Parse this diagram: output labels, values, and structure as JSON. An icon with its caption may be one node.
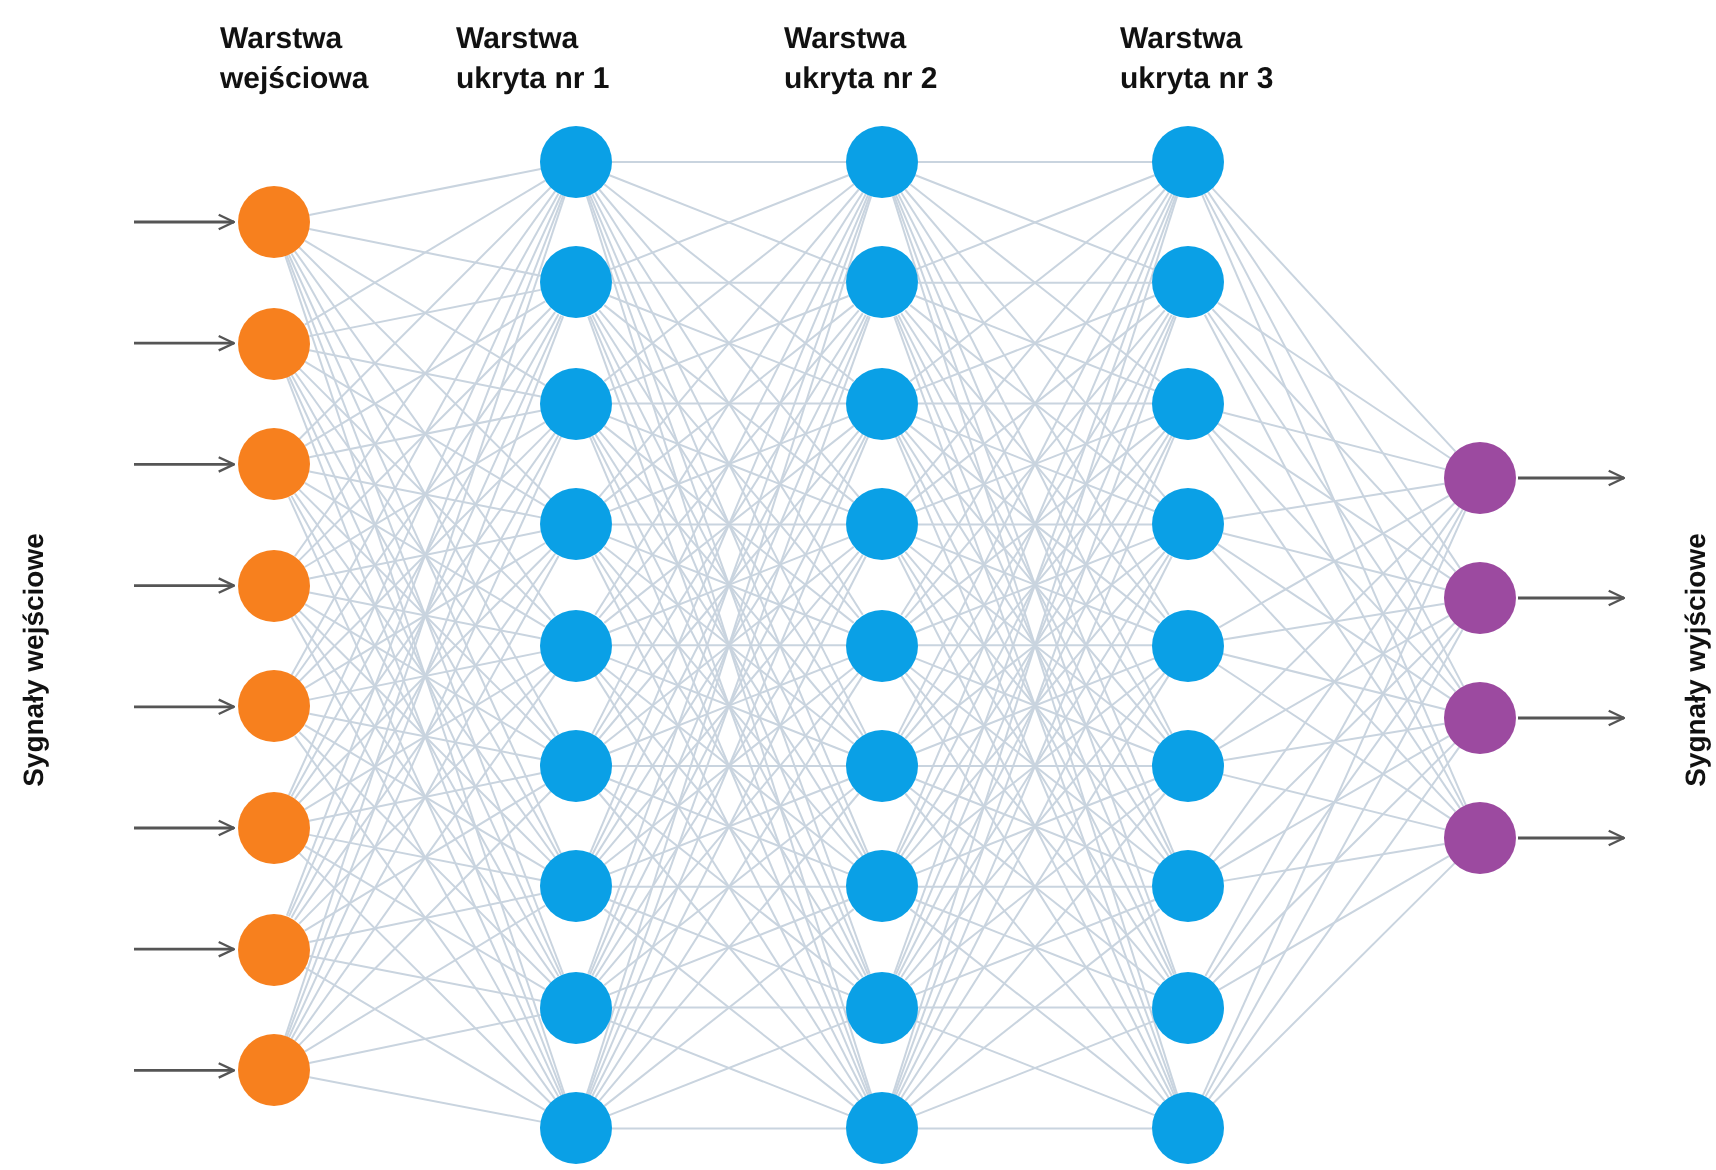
{
  "diagram": {
    "nodes": [
      {
        "text": [],
        "shape": "circle"
      },
      {
        "text": [],
        "shape": "circle"
      },
      {
        "text": [],
        "shape": "circle"
      },
      {
        "text": [],
        "shape": "circle"
      },
      {
        "text": [],
        "shape": "circle"
      },
      {
        "text": [],
        "shape": "circle"
      },
      {
        "text": [],
        "shape": "circle"
      },
      {
        "text": [],
        "shape": "circle"
      },
      {
        "text": [],
        "shape": "circle"
      },
      {
        "text": [],
        "shape": "circle"
      },
      {
        "text": [],
        "shape": "circle"
      },
      {
        "text": [],
        "shape": "circle"
      },
      {
        "text": [],
        "shape": "circle"
      },
      {
        "text": [],
        "shape": "circle"
      },
      {
        "text": [],
        "shape": "circle"
      },
      {
        "text": [],
        "shape": "circle"
      },
      {
        "text": [],
        "shape": "circle"
      },
      {
        "text": [],
        "shape": "circle"
      },
      {
        "text": [],
        "shape": "circle"
      },
      {
        "text": [],
        "shape": "circle"
      },
      {
        "text": [],
        "shape": "circle"
      },
      {
        "text": [],
        "shape": "circle"
      },
      {
        "text": [],
        "shape": "circle"
      },
      {
        "text": [],
        "shape": "circle"
      },
      {
        "text": [],
        "shape": "circle"
      },
      {
        "text": [],
        "shape": "circle"
      },
      {
        "text": [],
        "shape": "circle"
      },
      {
        "text": [],
        "shape": "circle"
      },
      {
        "text": [],
        "shape": "circle"
      },
      {
        "text": [],
        "shape": "circle"
      },
      {
        "text": [],
        "shape": "circle"
      },
      {
        "text": [],
        "shape": "circle"
      },
      {
        "text": [],
        "shape": "circle"
      },
      {
        "text": [],
        "shape": "circle"
      },
      {
        "text": [],
        "shape": "circle"
      },
      {
        "text": [],
        "shape": "circle"
      },
      {
        "text": [],
        "shape": "circle"
      },
      {
        "text": [],
        "shape": "circle"
      },
      {
        "text": [],
        "shape": "circle"
      }
    ],
    "edges": [
      {
        "from": null,
        "to": 0,
        "arrow": "to",
        "color": "#555555"
      },
      {
        "from": null,
        "to": 1,
        "arrow": "to",
        "color": "#555555"
      },
      {
        "from": null,
        "to": 2,
        "arrow": "to",
        "color": "#555555"
      },
      {
        "from": null,
        "to": 3,
        "arrow": "to",
        "color": "#555555"
      },
      {
        "from": null,
        "to": 4,
        "arrow": "to",
        "color": "#555555"
      },
      {
        "from": null,
        "to": 5,
        "arrow": "to",
        "color": "#555555"
      },
      {
        "from": null,
        "to": 6,
        "arrow": "to",
        "color": "#555555"
      },
      {
        "from": null,
        "to": 7,
        "arrow": "to",
        "color": "#555555"
      },
      {
        "from": 0,
        "to": 8,
        "arrow": "none"
      },
      {
        "from": 0,
        "to": 9,
        "arrow": "none"
      },
      {
        "from": 0,
        "to": 10,
        "arrow": "none"
      },
      {
        "from": 0,
        "to": 11,
        "arrow": "none"
      },
      {
        "from": 0,
        "to": 12,
        "arrow": "none"
      },
      {
        "from": 0,
        "to": 13,
        "arrow": "none"
      },
      {
        "from": 0,
        "to": 14,
        "arrow": "none"
      },
      {
        "from": 0,
        "to": 15,
        "arrow": "none"
      },
      {
        "from": 0,
        "to": 16,
        "arrow": "none"
      },
      {
        "from": 1,
        "to": 8,
        "arrow": "none"
      },
      {
        "from": 1,
        "to": 9,
        "arrow": "none"
      },
      {
        "from": 1,
        "to": 10,
        "arrow": "none"
      },
      {
        "from": 1,
        "to": 11,
        "arrow": "none"
      },
      {
        "from": 1,
        "to": 12,
        "arrow": "none"
      },
      {
        "from": 1,
        "to": 13,
        "arrow": "none"
      },
      {
        "from": 1,
        "to": 14,
        "arrow": "none"
      },
      {
        "from": 1,
        "to": 15,
        "arrow": "none"
      },
      {
        "from": 1,
        "to": 16,
        "arrow": "none"
      },
      {
        "from": 2,
        "to": 8,
        "arrow": "none"
      },
      {
        "from": 2,
        "to": 9,
        "arrow": "none"
      },
      {
        "from": 2,
        "to": 10,
        "arrow": "none"
      },
      {
        "from": 2,
        "to": 11,
        "arrow": "none"
      },
      {
        "from": 2,
        "to": 12,
        "arrow": "none"
      },
      {
        "from": 2,
        "to": 13,
        "arrow": "none"
      },
      {
        "from": 2,
        "to": 14,
        "arrow": "none"
      },
      {
        "from": 2,
        "to": 15,
        "arrow": "none"
      },
      {
        "from": 2,
        "to": 16,
        "arrow": "none"
      },
      {
        "from": 3,
        "to": 8,
        "arrow": "none"
      },
      {
        "from": 3,
        "to": 9,
        "arrow": "none"
      },
      {
        "from": 3,
        "to": 10,
        "arrow": "none"
      },
      {
        "from": 3,
        "to": 11,
        "arrow": "none"
      },
      {
        "from": 3,
        "to": 12,
        "arrow": "none"
      },
      {
        "from": 3,
        "to": 13,
        "arrow": "none"
      },
      {
        "from": 3,
        "to": 14,
        "arrow": "none"
      },
      {
        "from": 3,
        "to": 15,
        "arrow": "none"
      },
      {
        "from": 3,
        "to": 16,
        "arrow": "none"
      },
      {
        "from": 4,
        "to": 8,
        "arrow": "none"
      },
      {
        "from": 4,
        "to": 9,
        "arrow": "none"
      },
      {
        "from": 4,
        "to": 10,
        "arrow": "none"
      },
      {
        "from": 4,
        "to": 11,
        "arrow": "none"
      },
      {
        "from": 4,
        "to": 12,
        "arrow": "none"
      },
      {
        "from": 4,
        "to": 13,
        "arrow": "none"
      },
      {
        "from": 4,
        "to": 14,
        "arrow": "none"
      },
      {
        "from": 4,
        "to": 15,
        "arrow": "none"
      },
      {
        "from": 4,
        "to": 16,
        "arrow": "none"
      },
      {
        "from": 5,
        "to": 8,
        "arrow": "none"
      },
      {
        "from": 5,
        "to": 9,
        "arrow": "none"
      },
      {
        "from": 5,
        "to": 10,
        "arrow": "none"
      },
      {
        "from": 5,
        "to": 11,
        "arrow": "none"
      },
      {
        "from": 5,
        "to": 12,
        "arrow": "none"
      },
      {
        "from": 5,
        "to": 13,
        "arrow": "none"
      },
      {
        "from": 5,
        "to": 14,
        "arrow": "none"
      },
      {
        "from": 5,
        "to": 15,
        "arrow": "none"
      },
      {
        "from": 5,
        "to": 16,
        "arrow": "none"
      },
      {
        "from": 6,
        "to": 8,
        "arrow": "none"
      },
      {
        "from": 6,
        "to": 9,
        "arrow": "none"
      },
      {
        "from": 6,
        "to": 10,
        "arrow": "none"
      },
      {
        "from": 6,
        "to": 11,
        "arrow": "none"
      },
      {
        "from": 6,
        "to": 12,
        "arrow": "none"
      },
      {
        "from": 6,
        "to": 13,
        "arrow": "none"
      },
      {
        "from": 6,
        "to": 14,
        "arrow": "none"
      },
      {
        "from": 6,
        "to": 15,
        "arrow": "none"
      },
      {
        "from": 6,
        "to": 16,
        "arrow": "none"
      },
      {
        "from": 7,
        "to": 8,
        "arrow": "none"
      },
      {
        "from": 7,
        "to": 9,
        "arrow": "none"
      },
      {
        "from": 7,
        "to": 10,
        "arrow": "none"
      },
      {
        "from": 7,
        "to": 11,
        "arrow": "none"
      },
      {
        "from": 7,
        "to": 12,
        "arrow": "none"
      },
      {
        "from": 7,
        "to": 13,
        "arrow": "none"
      },
      {
        "from": 7,
        "to": 14,
        "arrow": "none"
      },
      {
        "from": 7,
        "to": 15,
        "arrow": "none"
      },
      {
        "from": 7,
        "to": 16,
        "arrow": "none"
      },
      {
        "from": 8,
        "to": 17,
        "arrow": "none"
      },
      {
        "from": 8,
        "to": 18,
        "arrow": "none"
      },
      {
        "from": 8,
        "to": 19,
        "arrow": "none"
      },
      {
        "from": 8,
        "to": 20,
        "arrow": "none"
      },
      {
        "from": 8,
        "to": 21,
        "arrow": "none"
      },
      {
        "from": 8,
        "to": 22,
        "arrow": "none"
      },
      {
        "from": 8,
        "to": 23,
        "arrow": "none"
      },
      {
        "from": 8,
        "to": 24,
        "arrow": "none"
      },
      {
        "from": 8,
        "to": 25,
        "arrow": "none"
      },
      {
        "from": 9,
        "to": 17,
        "arrow": "none"
      },
      {
        "from": 9,
        "to": 18,
        "arrow": "none"
      },
      {
        "from": 9,
        "to": 19,
        "arrow": "none"
      },
      {
        "from": 9,
        "to": 20,
        "arrow": "none"
      },
      {
        "from": 9,
        "to": 21,
        "arrow": "none"
      },
      {
        "from": 9,
        "to": 22,
        "arrow": "none"
      },
      {
        "from": 9,
        "to": 23,
        "arrow": "none"
      },
      {
        "from": 9,
        "to": 24,
        "arrow": "none"
      },
      {
        "from": 9,
        "to": 25,
        "arrow": "none"
      },
      {
        "from": 10,
        "to": 17,
        "arrow": "none"
      },
      {
        "from": 10,
        "to": 18,
        "arrow": "none"
      },
      {
        "from": 10,
        "to": 19,
        "arrow": "none"
      },
      {
        "from": 10,
        "to": 20,
        "arrow": "none"
      },
      {
        "from": 10,
        "to": 21,
        "arrow": "none"
      },
      {
        "from": 10,
        "to": 22,
        "arrow": "none"
      },
      {
        "from": 10,
        "to": 23,
        "arrow": "none"
      },
      {
        "from": 10,
        "to": 24,
        "arrow": "none"
      },
      {
        "from": 10,
        "to": 25,
        "arrow": "none"
      },
      {
        "from": 11,
        "to": 17,
        "arrow": "none"
      },
      {
        "from": 11,
        "to": 18,
        "arrow": "none"
      },
      {
        "from": 11,
        "to": 19,
        "arrow": "none"
      },
      {
        "from": 11,
        "to": 20,
        "arrow": "none"
      },
      {
        "from": 11,
        "to": 21,
        "arrow": "none"
      },
      {
        "from": 11,
        "to": 22,
        "arrow": "none"
      },
      {
        "from": 11,
        "to": 23,
        "arrow": "none"
      },
      {
        "from": 11,
        "to": 24,
        "arrow": "none"
      },
      {
        "from": 11,
        "to": 25,
        "arrow": "none"
      },
      {
        "from": 12,
        "to": 17,
        "arrow": "none"
      },
      {
        "from": 12,
        "to": 18,
        "arrow": "none"
      },
      {
        "from": 12,
        "to": 19,
        "arrow": "none"
      },
      {
        "from": 12,
        "to": 20,
        "arrow": "none"
      },
      {
        "from": 12,
        "to": 21,
        "arrow": "none"
      },
      {
        "from": 12,
        "to": 22,
        "arrow": "none"
      },
      {
        "from": 12,
        "to": 23,
        "arrow": "none"
      },
      {
        "from": 12,
        "to": 24,
        "arrow": "none"
      },
      {
        "from": 12,
        "to": 25,
        "arrow": "none"
      },
      {
        "from": 13,
        "to": 17,
        "arrow": "none"
      },
      {
        "from": 13,
        "to": 18,
        "arrow": "none"
      },
      {
        "from": 13,
        "to": 19,
        "arrow": "none"
      },
      {
        "from": 13,
        "to": 20,
        "arrow": "none"
      },
      {
        "from": 13,
        "to": 21,
        "arrow": "none"
      },
      {
        "from": 13,
        "to": 22,
        "arrow": "none"
      },
      {
        "from": 13,
        "to": 23,
        "arrow": "none"
      },
      {
        "from": 13,
        "to": 24,
        "arrow": "none"
      },
      {
        "from": 13,
        "to": 25,
        "arrow": "none"
      },
      {
        "from": 14,
        "to": 17,
        "arrow": "none"
      },
      {
        "from": 14,
        "to": 18,
        "arrow": "none"
      },
      {
        "from": 14,
        "to": 19,
        "arrow": "none"
      },
      {
        "from": 14,
        "to": 20,
        "arrow": "none"
      },
      {
        "from": 14,
        "to": 21,
        "arrow": "none"
      },
      {
        "from": 14,
        "to": 22,
        "arrow": "none"
      },
      {
        "from": 14,
        "to": 23,
        "arrow": "none"
      },
      {
        "from": 14,
        "to": 24,
        "arrow": "none"
      },
      {
        "from": 14,
        "to": 25,
        "arrow": "none"
      },
      {
        "from": 15,
        "to": 17,
        "arrow": "none"
      },
      {
        "from": 15,
        "to": 18,
        "arrow": "none"
      },
      {
        "from": 15,
        "to": 19,
        "arrow": "none"
      },
      {
        "from": 15,
        "to": 20,
        "arrow": "none"
      },
      {
        "from": 15,
        "to": 21,
        "arrow": "none"
      },
      {
        "from": 15,
        "to": 22,
        "arrow": "none"
      },
      {
        "from": 15,
        "to": 23,
        "arrow": "none"
      },
      {
        "from": 15,
        "to": 24,
        "arrow": "none"
      },
      {
        "from": 15,
        "to": 25,
        "arrow": "none"
      },
      {
        "from": 16,
        "to": 17,
        "arrow": "none"
      },
      {
        "from": 16,
        "to": 18,
        "arrow": "none"
      },
      {
        "from": 16,
        "to": 19,
        "arrow": "none"
      },
      {
        "from": 16,
        "to": 20,
        "arrow": "none"
      },
      {
        "from": 16,
        "to": 21,
        "arrow": "none"
      },
      {
        "from": 16,
        "to": 22,
        "arrow": "none"
      },
      {
        "from": 16,
        "to": 23,
        "arrow": "none"
      },
      {
        "from": 16,
        "to": 24,
        "arrow": "none"
      },
      {
        "from": 16,
        "to": 25,
        "arrow": "none"
      },
      {
        "from": 17,
        "to": 26,
        "arrow": "none"
      },
      {
        "from": 17,
        "to": 27,
        "arrow": "none"
      },
      {
        "from": 17,
        "to": 28,
        "arrow": "none"
      },
      {
        "from": 17,
        "to": 29,
        "arrow": "none"
      },
      {
        "from": 17,
        "to": 30,
        "arrow": "none"
      },
      {
        "from": 17,
        "to": 31,
        "arrow": "none"
      },
      {
        "from": 17,
        "to": 32,
        "arrow": "none"
      },
      {
        "from": 17,
        "to": 33,
        "arrow": "none"
      },
      {
        "from": 17,
        "to": 34,
        "arrow": "none"
      },
      {
        "from": 18,
        "to": 26,
        "arrow": "none"
      },
      {
        "from": 18,
        "to": 27,
        "arrow": "none"
      },
      {
        "from": 18,
        "to": 28,
        "arrow": "none"
      },
      {
        "from": 18,
        "to": 29,
        "arrow": "none"
      },
      {
        "from": 18,
        "to": 30,
        "arrow": "none"
      },
      {
        "from": 18,
        "to": 31,
        "arrow": "none"
      },
      {
        "from": 18,
        "to": 32,
        "arrow": "none"
      },
      {
        "from": 18,
        "to": 33,
        "arrow": "none"
      },
      {
        "from": 18,
        "to": 34,
        "arrow": "none"
      },
      {
        "from": 19,
        "to": 26,
        "arrow": "none"
      },
      {
        "from": 19,
        "to": 27,
        "arrow": "none"
      },
      {
        "from": 19,
        "to": 28,
        "arrow": "none"
      },
      {
        "from": 19,
        "to": 29,
        "arrow": "none"
      },
      {
        "from": 19,
        "to": 30,
        "arrow": "none"
      },
      {
        "from": 19,
        "to": 31,
        "arrow": "none"
      },
      {
        "from": 19,
        "to": 32,
        "arrow": "none"
      },
      {
        "from": 19,
        "to": 33,
        "arrow": "none"
      },
      {
        "from": 19,
        "to": 34,
        "arrow": "none"
      },
      {
        "from": 20,
        "to": 26,
        "arrow": "none"
      },
      {
        "from": 20,
        "to": 27,
        "arrow": "none"
      },
      {
        "from": 20,
        "to": 28,
        "arrow": "none"
      },
      {
        "from": 20,
        "to": 29,
        "arrow": "none"
      },
      {
        "from": 20,
        "to": 30,
        "arrow": "none"
      },
      {
        "from": 20,
        "to": 31,
        "arrow": "none"
      },
      {
        "from": 20,
        "to": 32,
        "arrow": "none"
      },
      {
        "from": 20,
        "to": 33,
        "arrow": "none"
      },
      {
        "from": 20,
        "to": 34,
        "arrow": "none"
      },
      {
        "from": 21,
        "to": 26,
        "arrow": "none"
      },
      {
        "from": 21,
        "to": 27,
        "arrow": "none"
      },
      {
        "from": 21,
        "to": 28,
        "arrow": "none"
      },
      {
        "from": 21,
        "to": 29,
        "arrow": "none"
      },
      {
        "from": 21,
        "to": 30,
        "arrow": "none"
      },
      {
        "from": 21,
        "to": 31,
        "arrow": "none"
      },
      {
        "from": 21,
        "to": 32,
        "arrow": "none"
      },
      {
        "from": 21,
        "to": 33,
        "arrow": "none"
      },
      {
        "from": 21,
        "to": 34,
        "arrow": "none"
      },
      {
        "from": 22,
        "to": 26,
        "arrow": "none"
      },
      {
        "from": 22,
        "to": 27,
        "arrow": "none"
      },
      {
        "from": 22,
        "to": 28,
        "arrow": "none"
      },
      {
        "from": 22,
        "to": 29,
        "arrow": "none"
      },
      {
        "from": 22,
        "to": 30,
        "arrow": "none"
      },
      {
        "from": 22,
        "to": 31,
        "arrow": "none"
      },
      {
        "from": 22,
        "to": 32,
        "arrow": "none"
      },
      {
        "from": 22,
        "to": 33,
        "arrow": "none"
      },
      {
        "from": 22,
        "to": 34,
        "arrow": "none"
      },
      {
        "from": 23,
        "to": 26,
        "arrow": "none"
      },
      {
        "from": 23,
        "to": 27,
        "arrow": "none"
      },
      {
        "from": 23,
        "to": 28,
        "arrow": "none"
      },
      {
        "from": 23,
        "to": 29,
        "arrow": "none"
      },
      {
        "from": 23,
        "to": 30,
        "arrow": "none"
      },
      {
        "from": 23,
        "to": 31,
        "arrow": "none"
      },
      {
        "from": 23,
        "to": 32,
        "arrow": "none"
      },
      {
        "from": 23,
        "to": 33,
        "arrow": "none"
      },
      {
        "from": 23,
        "to": 34,
        "arrow": "none"
      },
      {
        "from": 24,
        "to": 26,
        "arrow": "none"
      },
      {
        "from": 24,
        "to": 27,
        "arrow": "none"
      },
      {
        "from": 24,
        "to": 28,
        "arrow": "none"
      },
      {
        "from": 24,
        "to": 29,
        "arrow": "none"
      },
      {
        "from": 24,
        "to": 30,
        "arrow": "none"
      },
      {
        "from": 24,
        "to": 31,
        "arrow": "none"
      },
      {
        "from": 24,
        "to": 32,
        "arrow": "none"
      },
      {
        "from": 24,
        "to": 33,
        "arrow": "none"
      },
      {
        "from": 24,
        "to": 34,
        "arrow": "none"
      },
      {
        "from": 25,
        "to": 26,
        "arrow": "none"
      },
      {
        "from": 25,
        "to": 27,
        "arrow": "none"
      },
      {
        "from": 25,
        "to": 28,
        "arrow": "none"
      },
      {
        "from": 25,
        "to": 29,
        "arrow": "none"
      },
      {
        "from": 25,
        "to": 30,
        "arrow": "none"
      },
      {
        "from": 25,
        "to": 31,
        "arrow": "none"
      },
      {
        "from": 25,
        "to": 32,
        "arrow": "none"
      },
      {
        "from": 25,
        "to": 33,
        "arrow": "none"
      },
      {
        "from": 25,
        "to": 34,
        "arrow": "none"
      },
      {
        "from": 26,
        "to": 35,
        "arrow": "none"
      },
      {
        "from": 26,
        "to": 36,
        "arrow": "none"
      },
      {
        "from": 26,
        "to": 37,
        "arrow": "none"
      },
      {
        "from": 26,
        "to": 38,
        "arrow": "none"
      },
      {
        "from": 27,
        "to": 35,
        "arrow": "none"
      },
      {
        "from": 27,
        "to": 36,
        "arrow": "none"
      },
      {
        "from": 27,
        "to": 37,
        "arrow": "none"
      },
      {
        "from": 27,
        "to": 38,
        "arrow": "none"
      },
      {
        "from": 28,
        "to": 35,
        "arrow": "none"
      },
      {
        "from": 28,
        "to": 36,
        "arrow": "none"
      },
      {
        "from": 28,
        "to": 37,
        "arrow": "none"
      },
      {
        "from": 28,
        "to": 38,
        "arrow": "none"
      },
      {
        "from": 29,
        "to": 35,
        "arrow": "none"
      },
      {
        "from": 29,
        "to": 36,
        "arrow": "none"
      },
      {
        "from": 29,
        "to": 37,
        "arrow": "none"
      },
      {
        "from": 29,
        "to": 38,
        "arrow": "none"
      },
      {
        "from": 30,
        "to": 35,
        "arrow": "none"
      },
      {
        "from": 30,
        "to": 36,
        "arrow": "none"
      },
      {
        "from": 30,
        "to": 37,
        "arrow": "none"
      },
      {
        "from": 30,
        "to": 38,
        "arrow": "none"
      },
      {
        "from": 31,
        "to": 35,
        "arrow": "none"
      },
      {
        "from": 31,
        "to": 36,
        "arrow": "none"
      },
      {
        "from": 31,
        "to": 37,
        "arrow": "none"
      },
      {
        "from": 31,
        "to": 38,
        "arrow": "none"
      },
      {
        "from": 32,
        "to": 35,
        "arrow": "none"
      },
      {
        "from": 32,
        "to": 36,
        "arrow": "none"
      },
      {
        "from": 32,
        "to": 37,
        "arrow": "none"
      },
      {
        "from": 32,
        "to": 38,
        "arrow": "none"
      },
      {
        "from": 33,
        "to": 35,
        "arrow": "none"
      },
      {
        "from": 33,
        "to": 36,
        "arrow": "none"
      },
      {
        "from": 33,
        "to": 37,
        "arrow": "none"
      },
      {
        "from": 33,
        "to": 38,
        "arrow": "none"
      },
      {
        "from": 34,
        "to": 35,
        "arrow": "none"
      },
      {
        "from": 34,
        "to": 36,
        "arrow": "none"
      },
      {
        "from": 34,
        "to": 37,
        "arrow": "none"
      },
      {
        "from": 34,
        "to": 38,
        "arrow": "none"
      },
      {
        "from": 35,
        "to": null,
        "arrow": "to",
        "color": "#555555"
      },
      {
        "from": 36,
        "to": null,
        "arrow": "to",
        "color": "#555555"
      },
      {
        "from": 37,
        "to": null,
        "arrow": "to",
        "color": "#555555"
      },
      {
        "from": 38,
        "to": null,
        "arrow": "to",
        "color": "#555555"
      }
    ],
    "labels": [
      "Warstwa wejściowa",
      "Warstwa ukryta nr 1",
      "Warstwa ukryta nr 2",
      "Warstwa ukryta nr 3",
      "Sygnały wejściowe",
      "Sygnały wyjściowe"
    ]
  }
}
